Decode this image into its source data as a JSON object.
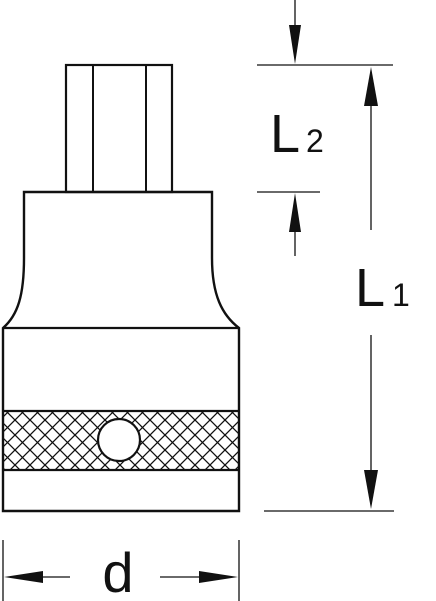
{
  "labels": {
    "l2_main": "L",
    "l2_sub": "2",
    "l1_main": "L",
    "l1_sub": "1",
    "d": "d"
  },
  "colors": {
    "stroke": "#111111",
    "background": "#ffffff"
  }
}
